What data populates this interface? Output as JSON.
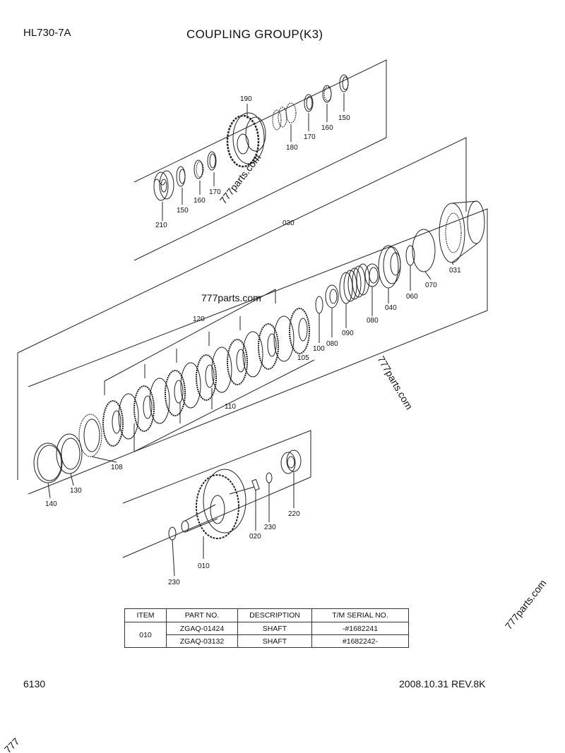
{
  "header": {
    "model": "HL730-7A",
    "title": "COUPLING GROUP(K3)"
  },
  "callouts": {
    "c010": "010",
    "c020": "020",
    "c030": "030",
    "c031": "031",
    "c040": "040",
    "c060": "060",
    "c070": "070",
    "c080a": "080",
    "c080b": "080",
    "c090": "090",
    "c100": "100",
    "c105": "105",
    "c108": "108",
    "c110": "110",
    "c120": "120",
    "c130": "130",
    "c140": "140",
    "c150a": "150",
    "c150b": "150",
    "c160a": "160",
    "c160b": "160",
    "c170a": "170",
    "c170b": "170",
    "c180": "180",
    "c190": "190",
    "c210": "210",
    "c220": "220",
    "c230a": "230",
    "c230b": "230"
  },
  "watermarks": {
    "w1": "777parts.com",
    "w2": "777parts.com",
    "w3": "777parts.com",
    "w4": "777parts.com",
    "w5": "777"
  },
  "parts_table": {
    "headers": [
      "ITEM",
      "PART NO.",
      "DESCRIPTION",
      "T/M SERIAL NO."
    ],
    "item": "010",
    "rows": [
      {
        "part_no": "ZGAQ-01424",
        "description": "SHAFT",
        "serial": "-#1682241"
      },
      {
        "part_no": "ZGAQ-03132",
        "description": "SHAFT",
        "serial": "#1682242-"
      }
    ]
  },
  "footer": {
    "page_no": "6130",
    "date_rev": "2008.10.31  REV.8K"
  }
}
